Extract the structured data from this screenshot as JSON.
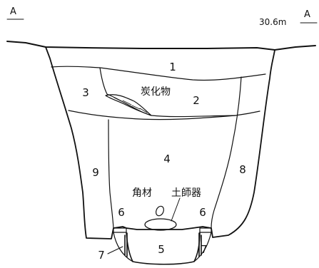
{
  "marker_left": "A",
  "marker_right": "A",
  "elevation": "30.6m",
  "layers": {
    "l1": "1",
    "l2": "2",
    "l3": "3",
    "l4": "4",
    "l5": "5",
    "l6_left": "6",
    "l6_right": "6",
    "l7_left": "7",
    "l7_right": "7",
    "l8": "8",
    "l9": "9"
  },
  "annotations": {
    "charcoal": "炭化物",
    "square_timber": "角材",
    "haji_ware": "土師器"
  }
}
